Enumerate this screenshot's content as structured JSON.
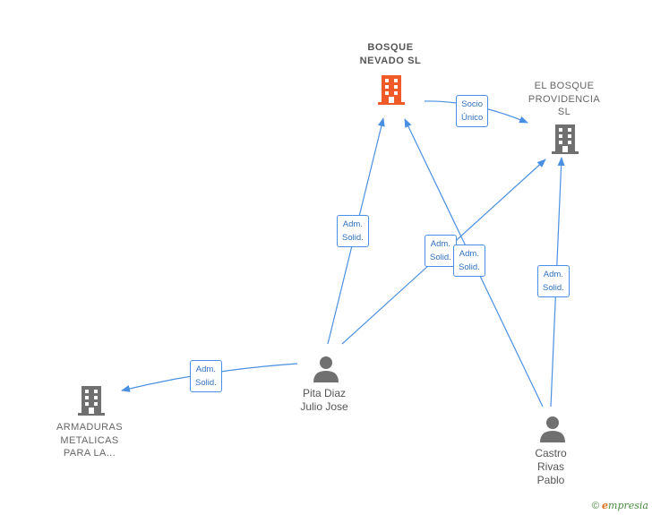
{
  "nodes": {
    "bosque_nevado": {
      "label": "BOSQUE\nNEVADO  SL",
      "icon": "building-icon",
      "color": "#f05a28"
    },
    "el_bosque_providencia": {
      "label": "EL BOSQUE\nPROVIDENCIA\nSL",
      "icon": "building-icon",
      "color": "#707070"
    },
    "armaduras_metalicas": {
      "label": "ARMADURAS\nMETALICAS\nPARA LA...",
      "icon": "building-icon",
      "color": "#707070"
    },
    "pita_diaz": {
      "label": "Pita Diaz\nJulio Jose",
      "icon": "person-icon",
      "color": "#707070"
    },
    "castro_rivas": {
      "label": "Castro\nRivas\nPablo",
      "icon": "person-icon",
      "color": "#707070"
    }
  },
  "edges": {
    "socio_unico": {
      "label": "Socio\nÚnico"
    },
    "pita_bosque_nevado": {
      "label": "Adm.\nSolid."
    },
    "pita_providencia": {
      "label": "Adm.\nSolid."
    },
    "castro_bosque_nevado": {
      "label": "Adm.\nSolid."
    },
    "castro_providencia": {
      "label": "Adm.\nSolid."
    },
    "pita_armaduras": {
      "label": "Adm.\nSolid."
    }
  },
  "colors": {
    "edge": "#4a90e2"
  },
  "footer": {
    "copyright_symbol": "©",
    "brand_initial": "e",
    "brand_rest": "mpresia"
  }
}
